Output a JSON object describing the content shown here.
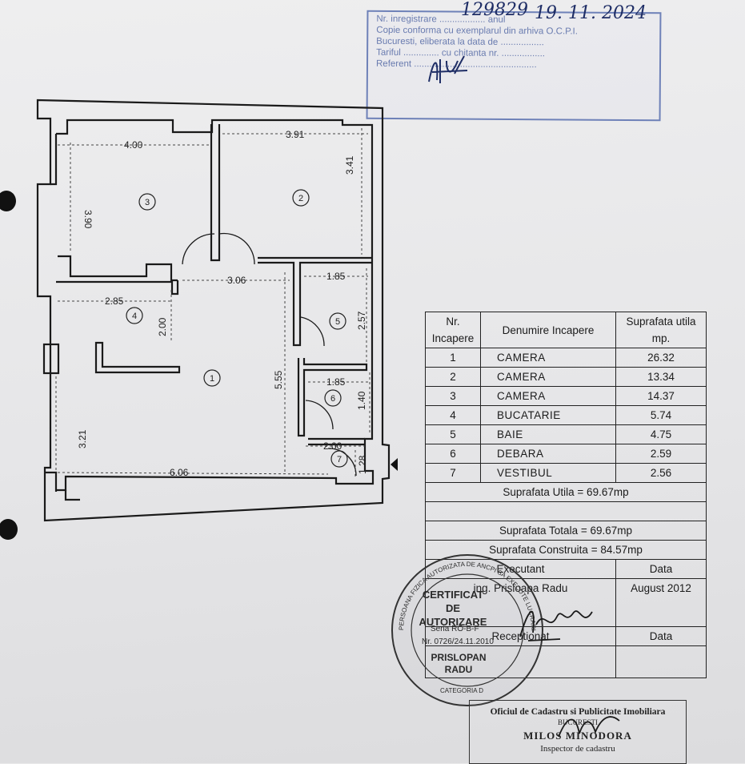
{
  "stamp_ocpi": {
    "registration_number": "129829",
    "date_handwritten": "19. 11. 2024",
    "lines": [
      "Nr. inregistrare .................. anul",
      "Copie conforma cu exemplarul din arhiva O.C.P.I.",
      "Bucuresti, eliberata la data de .................",
      "Tariful .............. cu chitanta nr. .................",
      "Referent ................................................"
    ]
  },
  "plan": {
    "dimensions": [
      "4.00",
      "3.91",
      "3.90",
      "3.41",
      "3.06",
      "1.85",
      "2.85",
      "2.00",
      "2.57",
      "5.55",
      "1.85",
      "1.40",
      "2.00",
      "1.28",
      "3.21",
      "6.06"
    ],
    "room_numbers": [
      "1",
      "2",
      "3",
      "4",
      "5",
      "6",
      "7"
    ]
  },
  "table": {
    "headers": {
      "nr": "Nr. Incapere",
      "name": "Denumire Incapere",
      "area": "Suprafata utila mp."
    },
    "rows": [
      {
        "nr": "1",
        "name": "CAMERA",
        "area": "26.32"
      },
      {
        "nr": "2",
        "name": "CAMERA",
        "area": "13.34"
      },
      {
        "nr": "3",
        "name": "CAMERA",
        "area": "14.37"
      },
      {
        "nr": "4",
        "name": "BUCATARIE",
        "area": "5.74"
      },
      {
        "nr": "5",
        "name": "BAIE",
        "area": "4.75"
      },
      {
        "nr": "6",
        "name": "DEBARA",
        "area": "2.59"
      },
      {
        "nr": "7",
        "name": "VESTIBUL",
        "area": "2.56"
      }
    ],
    "suprafata_utila": "Suprafata Utila = 69.67mp",
    "suprafata_totala": "Suprafata Totala = 69.67mp",
    "suprafata_construita": "Suprafata Construita = 84.57mp",
    "executant_label": "Executant",
    "data_label": "Data",
    "executant_name": "ing. Prisloapa Radu",
    "executant_date": "August 2012",
    "receptionat_label": "Receptionat",
    "data_label_2": "Data"
  },
  "seal_round": {
    "title": "CERTIFICAT DE AUTORIZARE",
    "serie": "Seria RO-B-F",
    "numar": "Nr. 0726/24.11.2010",
    "name": "PRISLOPAN RADU",
    "categoria": "CATEGORIA D",
    "ring_text": "PERSOANA FIZICA AUTORIZATA DE ANCPI SA EXECUTE LUCRARI"
  },
  "stamp_ocpi_office": {
    "line1": "Oficiul de Cadastru si Publicitate Imobiliara",
    "line2": "BUCURESTI",
    "name": "MILOS MINODORA",
    "role": "Inspector de cadastru"
  },
  "colors": {
    "stamp_blue": "#6a7cb0",
    "ink_blue": "#1f2e66",
    "paper": "#e9e9ea"
  }
}
